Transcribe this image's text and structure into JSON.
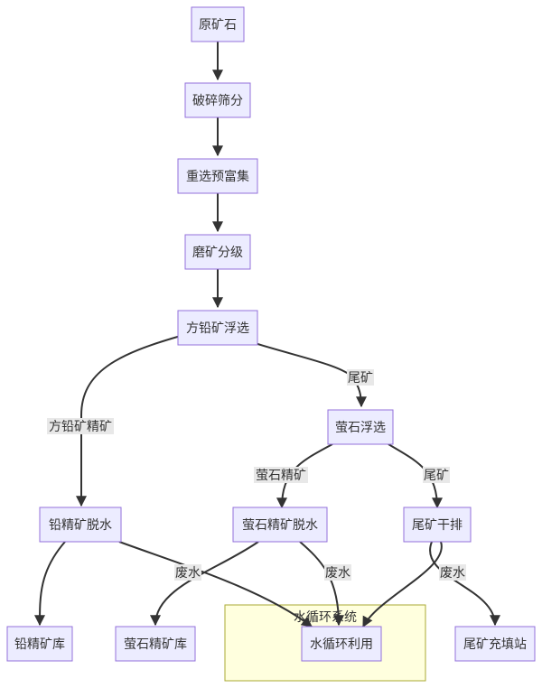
{
  "nodes": {
    "ore": "原矿石",
    "crush": "破碎筛分",
    "gravity": "重选预富集",
    "grind": "磨矿分级",
    "galena_flot": "方铅矿浮选",
    "fluorite_flot": "萤石浮选",
    "lead_dewater": "铅精矿脱水",
    "fluor_dewater": "萤石精矿脱水",
    "tail_dry": "尾矿干排",
    "lead_store": "铅精矿库",
    "fluor_store": "萤石精矿库",
    "water_recycle": "水循环利用",
    "tail_fill": "尾矿充填站"
  },
  "edge_labels": {
    "galena_conc": "方铅矿精矿",
    "tailings_1": "尾矿",
    "fluorite_conc": "萤石精矿",
    "tailings_2": "尾矿",
    "waste_water_1": "废水",
    "waste_water_2": "废水",
    "waste_water_3": "废水"
  },
  "cluster": {
    "title": "水循环系统"
  },
  "colors": {
    "node_fill": "#ececff",
    "node_stroke": "#9370db",
    "edge": "#333333",
    "cluster_fill": "#ffffde",
    "cluster_stroke": "#aaaa33",
    "label_bg": "#e8e8e8"
  }
}
